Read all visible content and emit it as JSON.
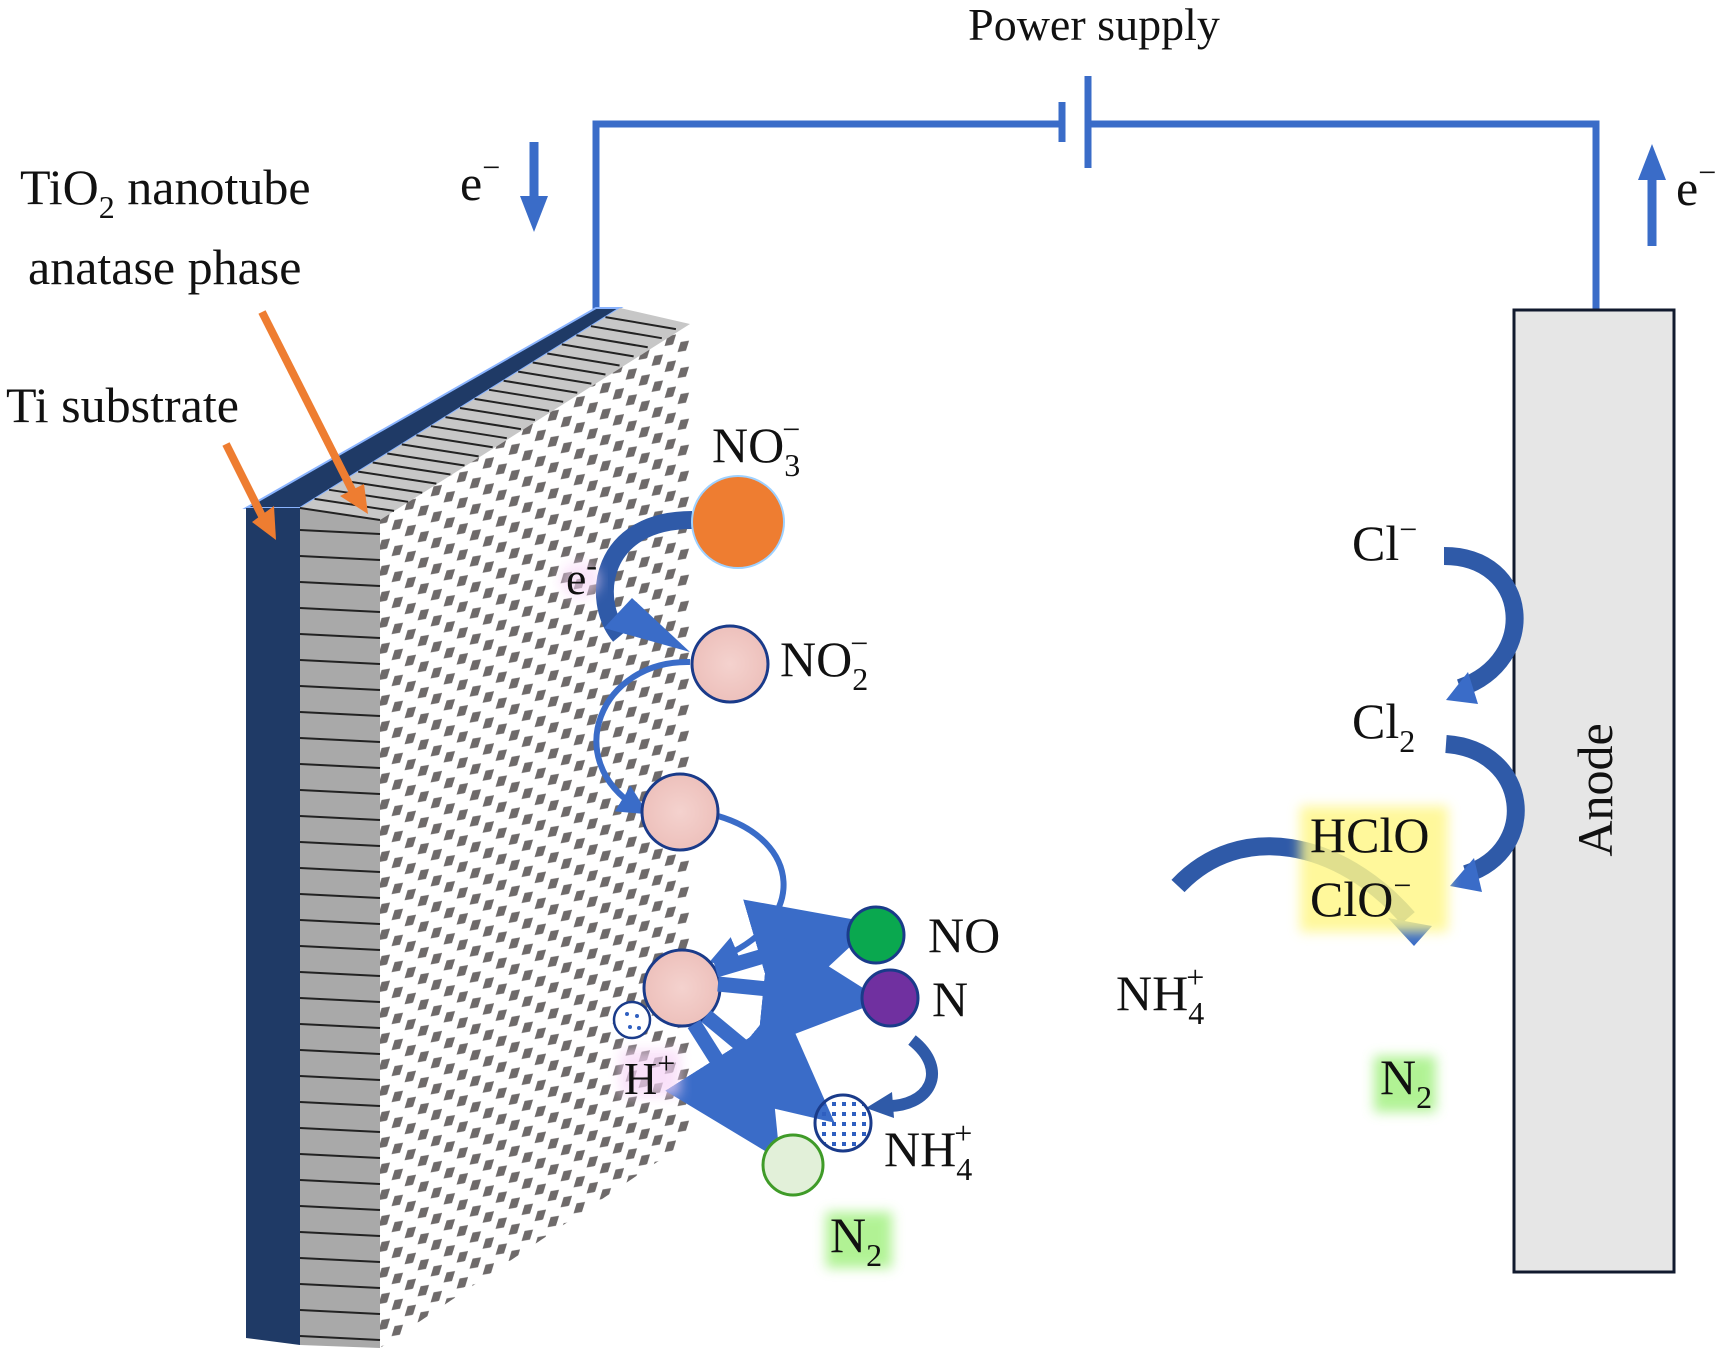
{
  "title": "Power supply",
  "labels": {
    "tio2_main": "TiO",
    "tio2_sub": "2",
    "tio2_rest": " nanotube",
    "anatase": "anatase phase",
    "ti_substrate": "Ti substrate",
    "electron_cathode": "e",
    "electron_cathode_sup": "−",
    "electron_anode": "e",
    "electron_anode_sup": "−",
    "anode": "Anode"
  },
  "cathode_species": {
    "no3": {
      "main": "NO",
      "sub": "3",
      "sup": "−"
    },
    "e_step": {
      "main": "e",
      "sup": "-"
    },
    "no2": {
      "main": "NO",
      "sub": "2",
      "sup": "−"
    },
    "no": {
      "main": "NO"
    },
    "n": {
      "main": "N"
    },
    "h_plus": {
      "main": "H",
      "sup": "+"
    },
    "nh4": {
      "main": "NH",
      "sub": "4",
      "sup": "+"
    },
    "n2": {
      "main": "N",
      "sub": "2"
    }
  },
  "anode_species": {
    "cl_minus": {
      "main": "Cl",
      "sup": "−"
    },
    "cl2": {
      "main": "Cl",
      "sub": "2"
    },
    "hclo": {
      "main": "HClO"
    },
    "clo_minus": {
      "main": "ClO",
      "sup": "−"
    },
    "nh4": {
      "main": "NH",
      "sub": "4",
      "sup": "+"
    },
    "n2": {
      "main": "N",
      "sub": "2"
    }
  },
  "colors": {
    "wire": "#3a6cc8",
    "substrate": "#1f3a66",
    "pointer": "#ee7d31",
    "no3": "#ee7d31",
    "intermediate": "#f0c7c2",
    "no": "#0aa84f",
    "n": "#7030a0",
    "n2_circle": "#e2f0d9",
    "anode_fill": "#e6e6e6",
    "highlight_yellow": "#fff78a",
    "highlight_green": "#9ef07a",
    "highlight_pink": "#f7d4f7"
  }
}
